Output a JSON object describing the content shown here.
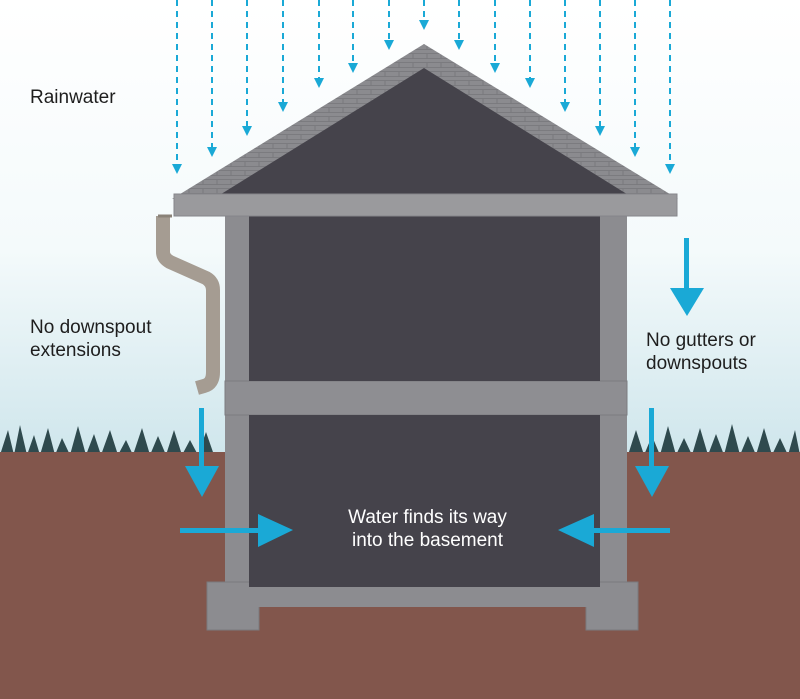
{
  "labels": {
    "rainwater": "Rainwater",
    "no_extensions": {
      "line1": "No downspout",
      "line2": "extensions"
    },
    "no_gutters": {
      "line1": "No gutters or",
      "line2": "downspouts"
    },
    "basement": {
      "line1": "Water finds its way",
      "line2": "into the basement"
    }
  },
  "colors": {
    "sky_top": "#ffffff",
    "sky_bottom": "#cfe6ec",
    "soil": "#82564c",
    "grass": "#2f4a4e",
    "roof": "#8a8a8e",
    "roof_fascia": "#9a9a9d",
    "wall": "#8c8c90",
    "interior": "#45434b",
    "downspout": "#a59c92",
    "water_arrow": "#1aa9d6",
    "text": "#1e1e1e"
  },
  "icons": [
    "rain-arrow",
    "downspout-pipe",
    "water-arrow"
  ]
}
